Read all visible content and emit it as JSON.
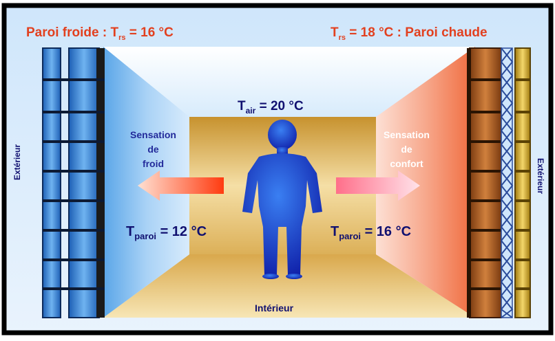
{
  "title_left": {
    "prefix": "Paroi froide : T",
    "sub": "rs",
    "suffix": " = 16 °C"
  },
  "title_right": {
    "prefix": "T",
    "sub": "rs",
    "suffix": " = 18 °C : Paroi chaude"
  },
  "air_temp": {
    "prefix": "T",
    "sub": "air",
    "suffix": " = 20 °C"
  },
  "sensation_left": [
    "Sensation",
    "de",
    "froid"
  ],
  "sensation_right": [
    "Sensation",
    "de",
    "confort"
  ],
  "wall_temp_left": {
    "prefix": "T",
    "sub": "paroi",
    "suffix": " = 12 °C"
  },
  "wall_temp_right": {
    "prefix": "T",
    "sub": "paroi",
    "suffix": " = 16 °C"
  },
  "interior_label": "Intérieur",
  "exterior_label_left": "Extérieur",
  "exterior_label_right": "Extérieur",
  "colors": {
    "title_red": "#e2401f",
    "cold_blue": "#3d86d4",
    "warm_brown": "#8a4a1a",
    "person_blue": "#1632c8",
    "text_navy": "#101070"
  }
}
